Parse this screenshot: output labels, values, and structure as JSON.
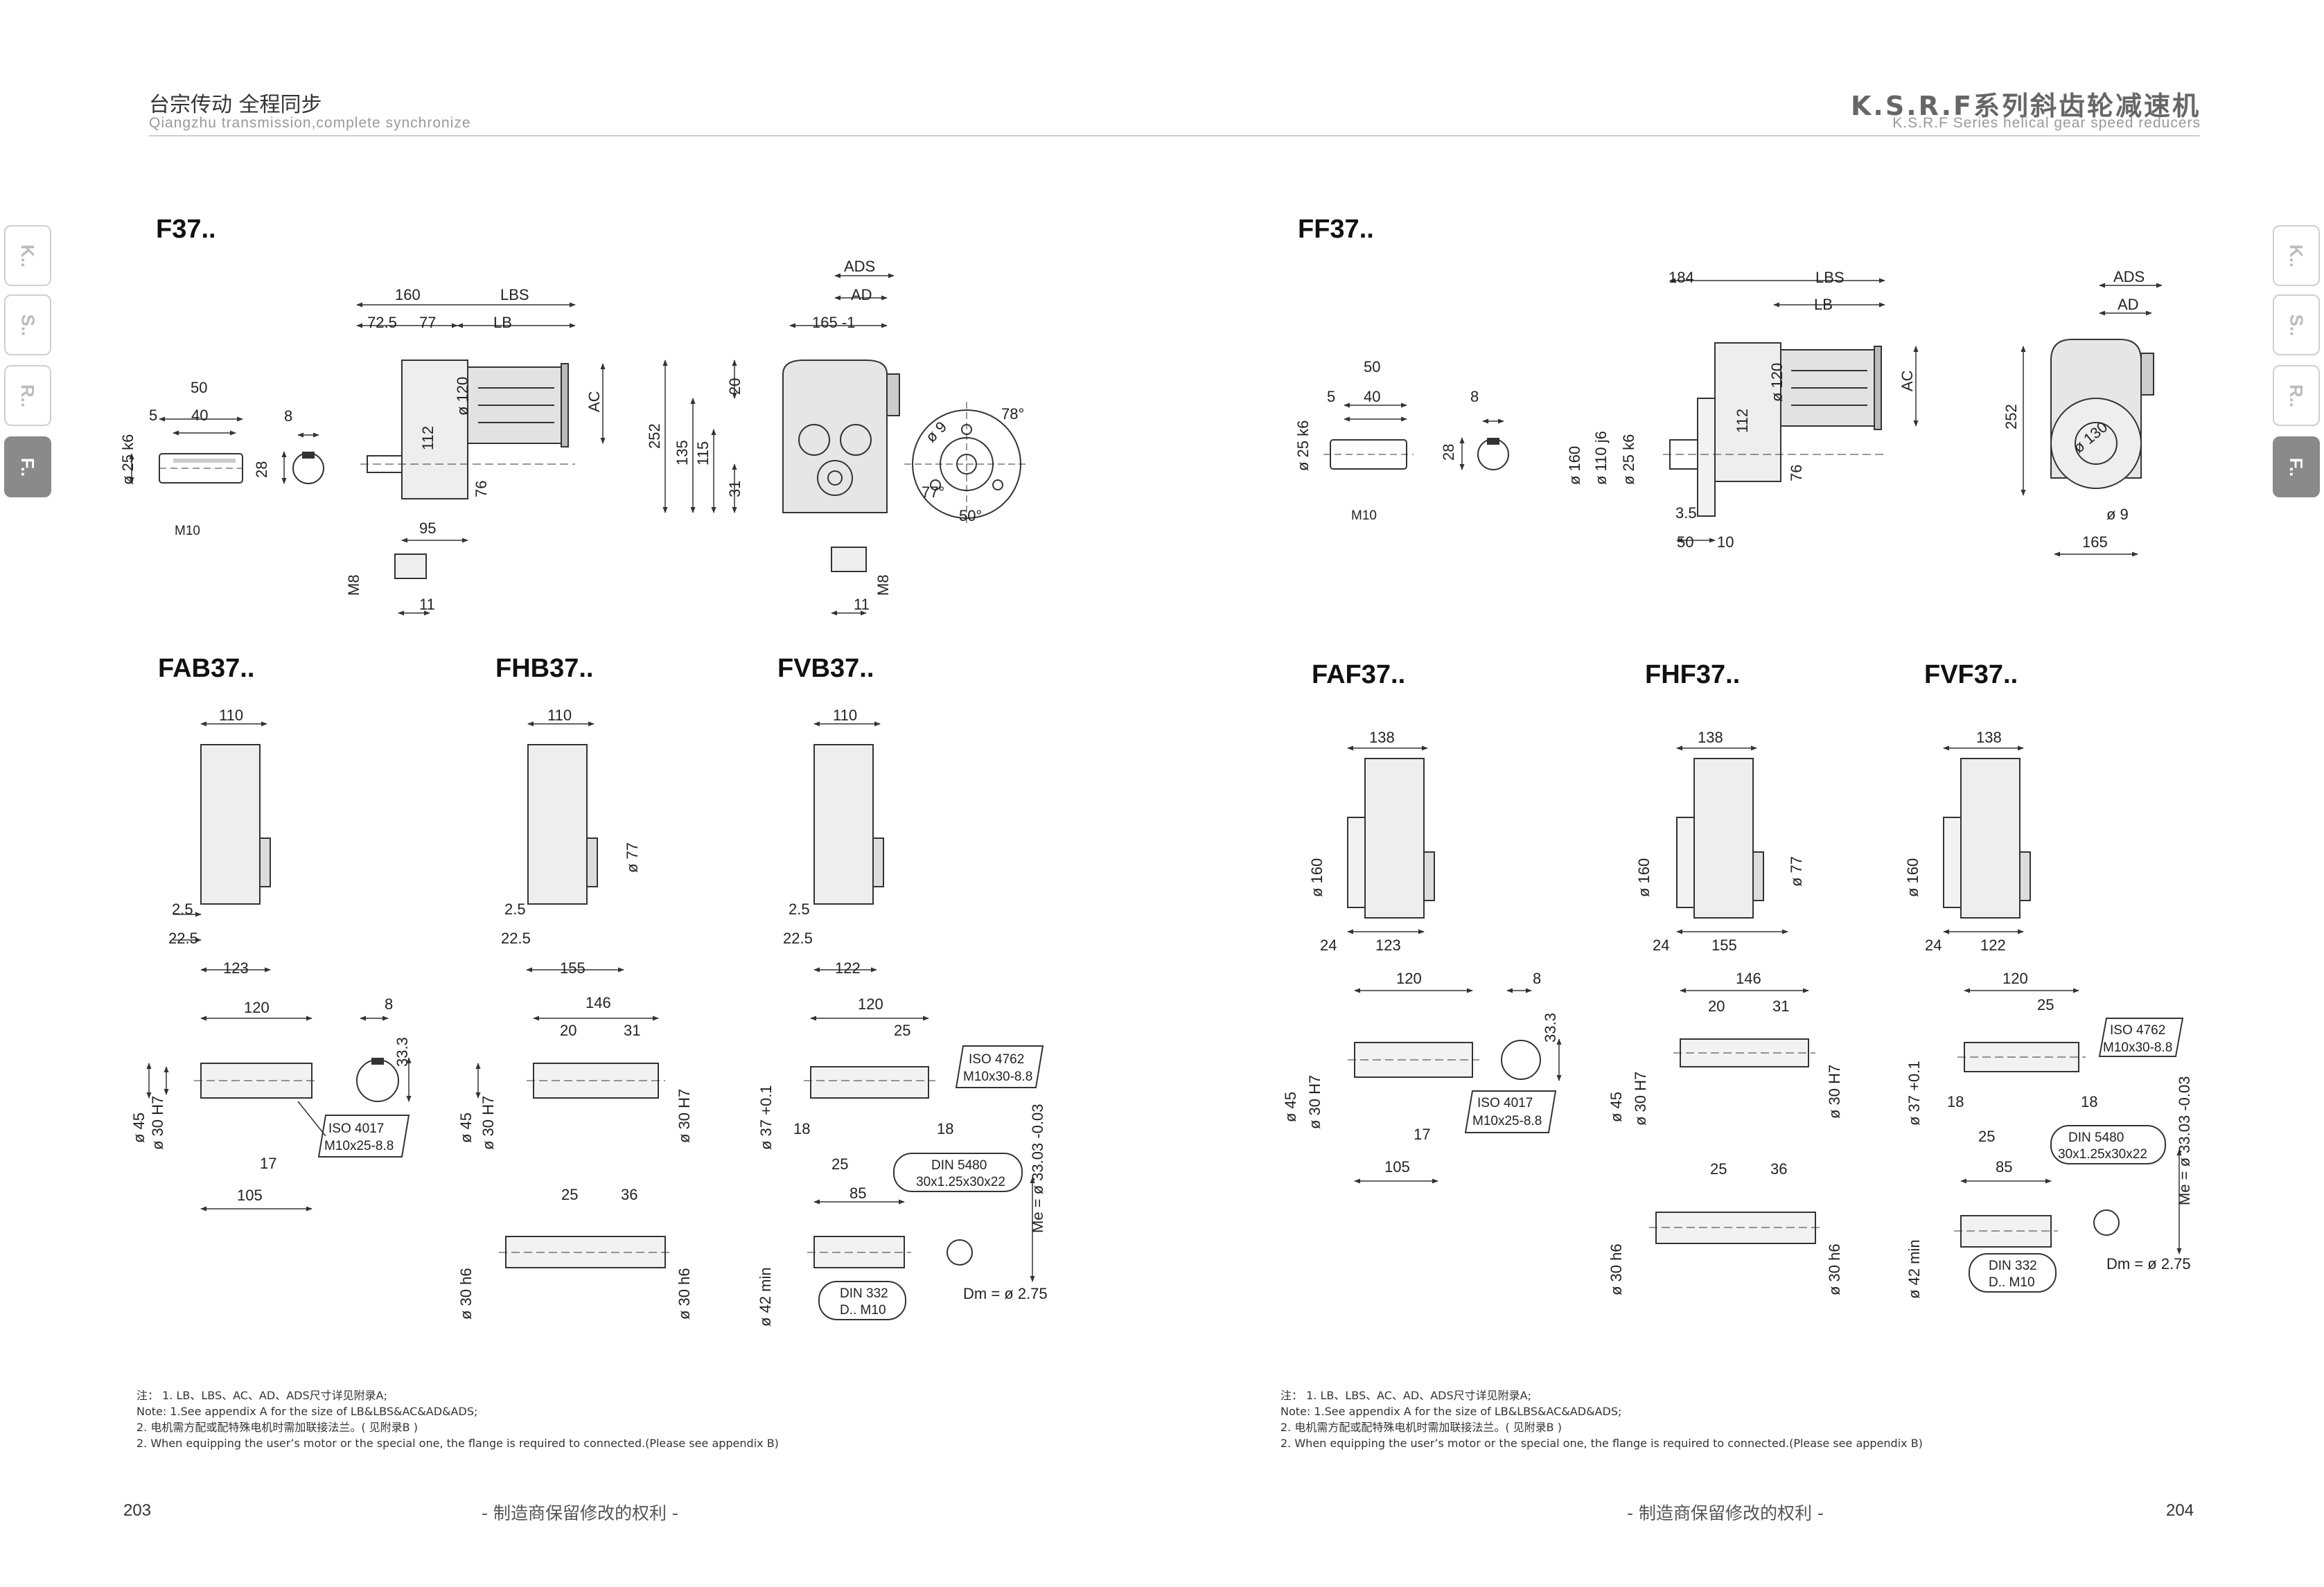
{
  "header": {
    "left_cn": "台宗传动   全程同步",
    "left_en": "Qiangzhu transmission,complete synchronize",
    "right_cn": "K.S.R.F系列斜齿轮减速机",
    "right_en": "K.S.R.F Series helical gear speed reducers"
  },
  "side_tabs": [
    "K..",
    "S..",
    "R..",
    "F.."
  ],
  "active_tab": "F..",
  "left_page": {
    "titles": {
      "f37": "F37..",
      "fab37": "FAB37..",
      "fhb37": "FHB37..",
      "fvb37": "FVB37.."
    },
    "dims": {
      "d50": "50",
      "d5": "5",
      "d40": "40",
      "d25k6": "ø 25 k6",
      "m10": "M10",
      "d8": "8",
      "d28": "28",
      "d160": "160",
      "d72_5": "72.5",
      "d77": "77",
      "lbs": "LBS",
      "lb": "LB",
      "d120": "ø 120",
      "ac": "AC",
      "d112": "112",
      "d76": "76",
      "d95": "95",
      "m8": "M8",
      "d11": "11",
      "ads": "ADS",
      "ad": "AD",
      "d165": "165 -1",
      "d252": "252",
      "d135": "135",
      "d115": "115",
      "d20": "20",
      "d31": "31",
      "d78": "78°",
      "d9": "ø 9",
      "d77deg": "77°",
      "d50deg": "50°",
      "m8b": "M8",
      "d11b": "11",
      "fab_110": "110",
      "fab_2_5": "2.5",
      "fab_22_5": "22.5",
      "fab_123": "123",
      "fab_120": "120",
      "fab_8": "8",
      "fab_33_3": "33.3",
      "fab_45": "ø 45",
      "fab_30": "ø 30 H7",
      "fab_iso": "ISO 4017",
      "fab_iso2": "M10x25-8.8",
      "fab_17": "17",
      "fab_105": "105",
      "fhb_110": "110",
      "fhb_77": "ø 77",
      "fhb_2_5": "2.5",
      "fhb_22_5": "22.5",
      "fhb_155": "155",
      "fhb_146": "146",
      "fhb_20": "20",
      "fhb_31": "31",
      "fhb_45": "ø 45",
      "fhb_30": "ø 30 H7",
      "fhb_30r": "ø 30 H7",
      "fhb_25": "25",
      "fhb_36": "36",
      "fhb_30h6": "ø 30 h6",
      "fhb_30h6r": "ø 30 h6",
      "fvb_110": "110",
      "fvb_2_5": "2.5",
      "fvb_22_5": "22.5",
      "fvb_122": "122",
      "fvb_120": "120",
      "fvb_25": "25",
      "fvb_iso": "ISO 4762",
      "fvb_iso2": "M10x30-8.8",
      "fvb_37": "ø 37 +0.1",
      "fvb_18a": "18",
      "fvb_18b": "18",
      "fvb_25b": "25",
      "fvb_din": "DIN 5480",
      "fvb_din2": "30x1.25x30x22",
      "fvb_85": "85",
      "fvb_me": "Me = ø 33.03 -0.03",
      "fvb_42": "ø 42 min",
      "fvb_din332": "DIN 332",
      "fvb_dm10": "D.. M10",
      "fvb_dm": "Dm = ø 2.75"
    },
    "notes": [
      "注：   1. LB、LBS、AC、AD、ADS尺寸详见附录A;",
      "Note: 1.See appendix A for the size of LB&LBS&AC&AD&ADS;",
      "          2. 电机需方配或配特殊电机时需加联接法兰。( 见附录B )",
      "          2. When equipping the user’s motor or the special one, the flange is required to connected.(Please see appendix B)"
    ],
    "footer": "- 制造商保留修改的权利 -",
    "page_number": "203"
  },
  "right_page": {
    "titles": {
      "ff37": "FF37..",
      "faf37": "FAF37..",
      "fhf37": "FHF37..",
      "fvf37": "FVF37.."
    },
    "dims": {
      "d50": "50",
      "d5": "5",
      "d40": "40",
      "d25k6": "ø 25 k6",
      "m10": "M10",
      "d8": "8",
      "d28": "28",
      "d184": "184",
      "lbs": "LBS",
      "lb": "LB",
      "d160": "ø 160",
      "d110": "ø 110 j6",
      "d25": "ø 25 k6",
      "d120": "ø 120",
      "ac": "AC",
      "d112": "112",
      "d76": "76",
      "d3_5": "3.5",
      "d50b": "50",
      "d10": "10",
      "ads": "ADS",
      "ad": "AD",
      "d252": "252",
      "d130": "ø 130",
      "d9": "ø 9",
      "d165": "165",
      "faf_138": "138",
      "faf_160": "ø 160",
      "faf_24": "24",
      "faf_123": "123",
      "faf_120": "120",
      "faf_8": "8",
      "faf_33_3": "33.3",
      "faf_45": "ø 45",
      "faf_30": "ø 30 H7",
      "faf_iso": "ISO 4017",
      "faf_iso2": "M10x25-8.8",
      "faf_17": "17",
      "faf_105": "105",
      "fhf_138": "138",
      "fhf_160": "ø 160",
      "fhf_77": "ø 77",
      "fhf_24": "24",
      "fhf_155": "155",
      "fhf_146": "146",
      "fhf_20": "20",
      "fhf_31": "31",
      "fhf_45": "ø 45",
      "fhf_30": "ø 30 H7",
      "fhf_30r": "ø 30 H7",
      "fhf_25": "25",
      "fhf_36": "36",
      "fhf_30h6": "ø 30 h6",
      "fhf_30h6r": "ø 30 h6",
      "fvf_138": "138",
      "fvf_160": "ø 160",
      "fvf_24": "24",
      "fvf_122": "122",
      "fvf_120": "120",
      "fvf_25": "25",
      "fvf_iso": "ISO 4762",
      "fvf_iso2": "M10x30-8.8",
      "fvf_37": "ø 37 +0.1",
      "fvf_18a": "18",
      "fvf_18b": "18",
      "fvf_25b": "25",
      "fvf_din": "DIN 5480",
      "fvf_din2": "30x1.25x30x22",
      "fvf_85": "85",
      "fvf_me": "Me = ø 33.03 -0.03",
      "fvf_42": "ø 42 min",
      "fvf_din332": "DIN 332",
      "fvf_dm10": "D.. M10",
      "fvf_dm": "Dm = ø 2.75"
    },
    "notes": [
      "注：   1. LB、LBS、AC、AD、ADS尺寸详见附录A;",
      "Note: 1.See appendix A for the size of LB&LBS&AC&AD&ADS;",
      "          2. 电机需方配或配特殊电机时需加联接法兰。( 见附录B )",
      "          2. When equipping the user’s motor or the special one, the flange is required to connected.(Please see appendix B)"
    ],
    "footer": "- 制造商保留修改的权利 -",
    "page_number": "204"
  }
}
